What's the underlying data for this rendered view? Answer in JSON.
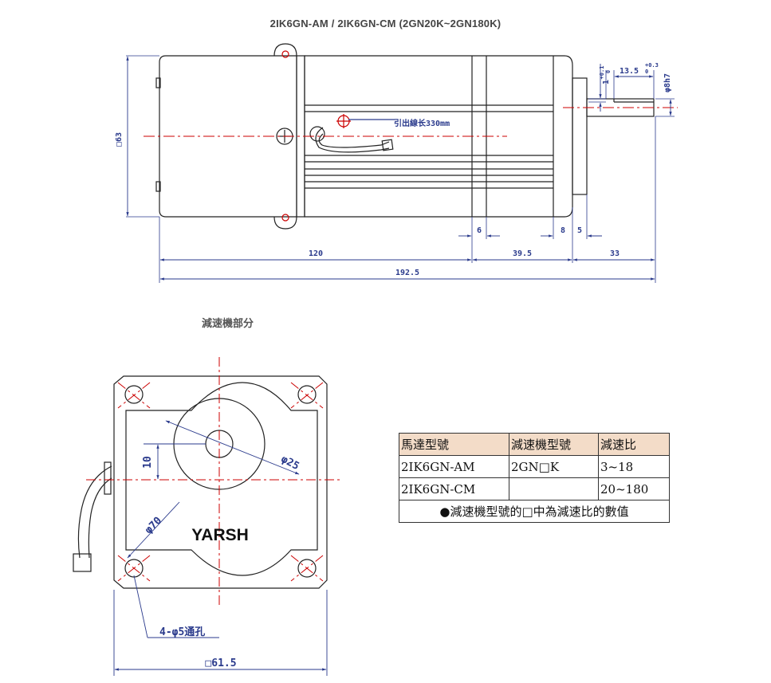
{
  "top_view": {
    "title": "2IK6GN-AM  /  2IK6GN-CM  (2GN20K~2GN180K)",
    "lead_label": "引出線长330mm",
    "dims": {
      "side": "□63",
      "d120": "120",
      "d39_5": "39.5",
      "d33": "33",
      "d192_5": "192.5",
      "d6": "6",
      "d8": "8",
      "d5": "5",
      "shaft_len": "13.5",
      "shaft_len_tol_top": "+0.3",
      "shaft_len_tol_bot": "0",
      "shaft_dia": "φ8h7",
      "key_height": "1",
      "key_tol_top": "+0.1",
      "key_tol_bot": "0"
    }
  },
  "section_label": "減速機部分",
  "gear_view": {
    "brand": "YARSH",
    "dims": {
      "d10": "10",
      "d25": "φ25",
      "d70": "φ70",
      "holes": "4-φ5通孔",
      "side": "□61.5"
    }
  },
  "spec_table": {
    "headers": [
      "馬達型號",
      "減速機型號",
      "減速比"
    ],
    "rows": [
      [
        "2IK6GN-AM",
        "2GN□K",
        "3~18"
      ],
      [
        "2IK6GN-CM",
        "",
        "20~180"
      ]
    ],
    "note": "●減速機型號的□中為減速比的數值"
  }
}
